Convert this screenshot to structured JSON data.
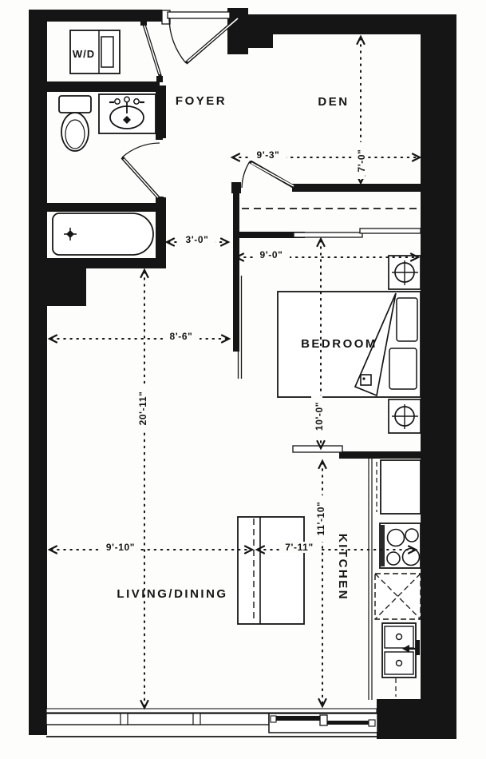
{
  "plan": {
    "title": "condo-floor-plan",
    "rooms": {
      "foyer": "FOYER",
      "den": "DEN",
      "bedroom": "BEDROOM",
      "living_dining": "LIVING/DINING",
      "kitchen": "KITCHEN",
      "washer_dryer": "W/D"
    },
    "dimensions": {
      "d9_3": "9'-3\"",
      "d7_0": "7'-0\"",
      "d3_0": "3'-0\"",
      "d9_0": "9'-0\"",
      "d8_6": "8'-6\"",
      "d20_11": "20'-11\"",
      "d10_0": "10'-0\"",
      "d11_10": "11'-10\"",
      "d9_10": "9'-10\"",
      "d7_11": "7'-11\""
    },
    "colors": {
      "ink": "#151515",
      "paper": "#fdfdfb"
    }
  }
}
